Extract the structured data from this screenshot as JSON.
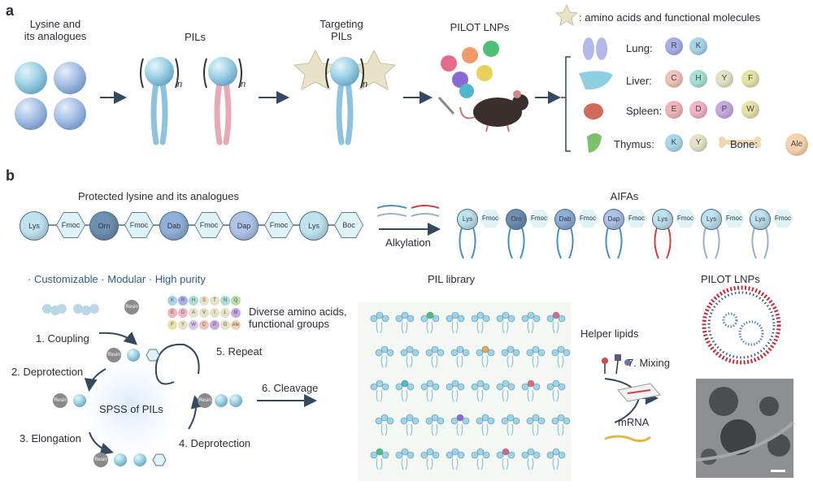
{
  "panel_a": {
    "letter": "a",
    "lysine_label": "Lysine and\nits analogues",
    "pils_label": "PILs",
    "targeting_label": "Targeting\nPILs",
    "pilot_label": "PILOT LNPs",
    "subscript_n": "n",
    "legend_text": ": amino acids and functional molecules",
    "organs": [
      {
        "name": "Lung:",
        "letters": [
          "R",
          "K"
        ],
        "icon": "lung-icon"
      },
      {
        "name": "Liver:",
        "letters": [
          "C",
          "H",
          "Y",
          "F"
        ],
        "icon": "liver-icon"
      },
      {
        "name": "Spleen:",
        "letters": [
          "E",
          "D",
          "P",
          "W"
        ],
        "icon": "spleen-icon"
      },
      {
        "name": "Thymus:",
        "letters": [
          "K",
          "Y"
        ],
        "icon": "thymus-icon"
      }
    ],
    "bone_label": "Bone:",
    "bone_letter": "Ale"
  },
  "panel_b": {
    "letter": "b",
    "protected_title": "Protected lysine and its analogues",
    "protected_chain": [
      {
        "node": "Lys",
        "group": "Fmoc"
      },
      {
        "node": "Orn",
        "group": "Fmoc"
      },
      {
        "node": "Dab",
        "group": "Fmoc"
      },
      {
        "node": "Dap",
        "group": "Fmoc"
      },
      {
        "node": "Lys",
        "group": "Boc"
      }
    ],
    "alkylation_label": "Alkylation",
    "aifas_title": "AIFAs",
    "aifas": [
      "Lys",
      "Orn",
      "Dab",
      "Dap",
      "Lys",
      "Lys",
      "Lys"
    ],
    "aifas_group": "Fmoc",
    "features": "· Customizable · Modular · High purity",
    "amino_grid": [
      "K",
      "R",
      "H",
      "S",
      "T",
      "N",
      "Q",
      "E",
      "D",
      "A",
      "V",
      "I",
      "L",
      "M",
      "F",
      "Y",
      "W",
      "C",
      "P",
      "G",
      "Ale"
    ],
    "diverse_label": "Diverse amino acids,\nfunctional groups",
    "steps": {
      "coupling": "1. Coupling",
      "deprotection1": "2. Deprotection",
      "elongation": "3. Elongation",
      "deprotection2": "4. Deprotection",
      "repeat": "5. Repeat",
      "cleavage": "6. Cleavage",
      "mixing": "7. Mixing"
    },
    "spss_label": "SPSS of PILs",
    "resin_label": "Resin",
    "library_title": "PIL library",
    "helper_label": "Helper lipids",
    "mrna_label": "mRNA",
    "pilot_title": "PILOT LNPs"
  },
  "colors": {
    "sphere_blue": "#9fd3e6",
    "tail_blue": "#8fc3dd",
    "tail_pink": "#e7a9b3",
    "arrow": "#34495e",
    "feature_blue": "#2f5e8c"
  }
}
